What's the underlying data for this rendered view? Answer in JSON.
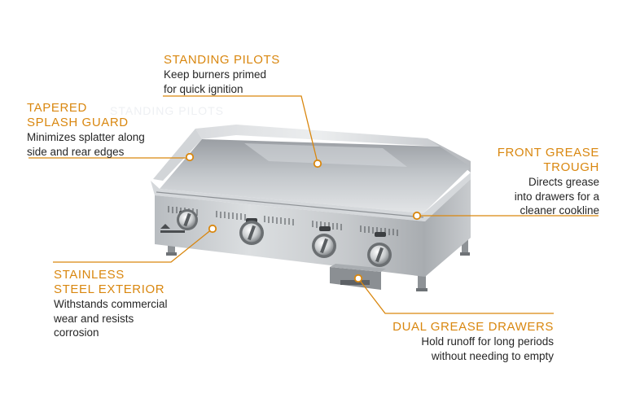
{
  "accent_color": "#D9870F",
  "callouts": {
    "standing_pilots": {
      "title": "STANDING PILOTS",
      "desc_lines": [
        "Keep burners primed",
        "for quick ignition"
      ]
    },
    "splash_guard": {
      "title_lines": [
        "TAPERED",
        "SPLASH GUARD"
      ],
      "desc_lines": [
        "Minimizes splatter along",
        "side and rear edges"
      ]
    },
    "grease_trough": {
      "title_lines": [
        "FRONT GREASE",
        "TROUGH"
      ],
      "desc_lines": [
        "Directs grease",
        "into drawers for a",
        "cleaner cookline"
      ]
    },
    "stainless": {
      "title_lines": [
        "STAINLESS",
        "STEEL EXTERIOR"
      ],
      "desc_lines": [
        "Withstands commercial",
        "wear and resists",
        "corrosion"
      ]
    },
    "grease_drawers": {
      "title": "DUAL GREASE DRAWERS",
      "desc_lines": [
        "Hold runoff for long periods",
        "without needing to empty"
      ]
    }
  },
  "ghost_text": "STANDING PILOTS"
}
